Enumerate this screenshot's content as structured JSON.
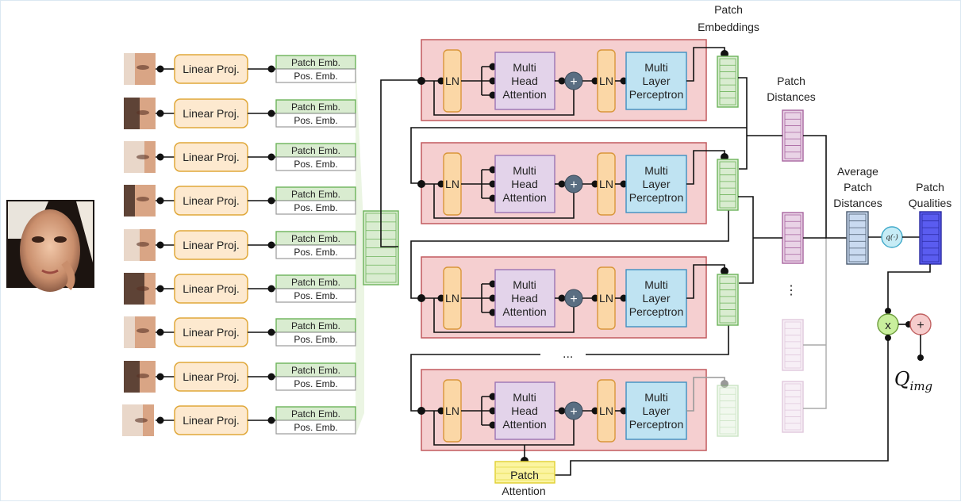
{
  "labels": {
    "linear_proj": "Linear Proj.",
    "patch_emb": "Patch Emb.",
    "pos_emb": "Pos. Emb.",
    "ln": "LN",
    "mha": [
      "Multi",
      "Head",
      "Attention"
    ],
    "mlp": [
      "Multi",
      "Layer",
      "Perceptron"
    ],
    "plus": "+",
    "times": "x",
    "ellipsis_h": "...",
    "ellipsis_v": "⋮",
    "patch_embeddings": [
      "Patch",
      "Embeddings"
    ],
    "patch_distances": [
      "Patch",
      "Distances"
    ],
    "avg_patch_distances": [
      "Average",
      "Patch",
      "Distances"
    ],
    "patch_qualities": [
      "Patch",
      "Qualities"
    ],
    "q_func": "q(·)",
    "patch_attention": [
      "Patch",
      "Attention"
    ],
    "q_img_main": "Q",
    "q_img_sub": "img"
  },
  "colors": {
    "linear_proj_fill": "#fde9cf",
    "linear_proj_stroke": "#e0a83a",
    "patch_emb_fill": "#d9ecd0",
    "patch_emb_stroke": "#6db35a",
    "pos_emb_stroke": "#9a9a9a",
    "block_fill": "#f5cfd0",
    "block_stroke": "#c25a5f",
    "ln_fill": "#fbd7a6",
    "ln_stroke": "#d9963a",
    "mha_fill": "#e3d3ea",
    "mha_stroke": "#9b74b3",
    "mlp_fill": "#bfe3f2",
    "mlp_stroke": "#3f8fc0",
    "distance_fill": "#e9d3e6",
    "distance_stroke": "#a865a0",
    "avg_fill": "#c9daf0",
    "avg_stroke": "#4a5a6e",
    "quality_fill": "#5a5cf0",
    "quality_stroke": "#2a2aa0",
    "q_func_fill": "#c6ecf6",
    "q_func_stroke": "#3fa9c9",
    "mult_fill": "#c9ef9d",
    "mult_stroke": "#6b9b3a",
    "add_fill": "#f6cccc",
    "add_stroke": "#c06060",
    "attention_fill": "#fbf4a0",
    "attention_stroke": "#e0d030"
  }
}
